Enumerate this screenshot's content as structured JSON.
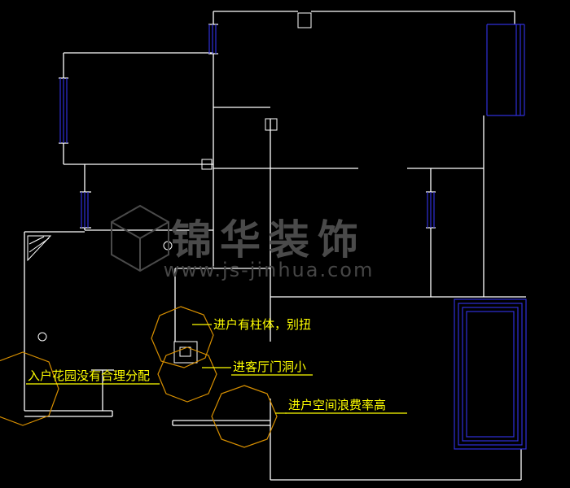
{
  "drawing": {
    "background_color": "#000000",
    "wall_color": "#ffffff",
    "window_color": "#2f2fd8",
    "annotation_text_color": "#ffff00",
    "revision_cloud_color": "#d78f00",
    "type": "cad-floorplan"
  },
  "watermark": {
    "brand": "锦华装饰",
    "url": "www.js-jinhua.com"
  },
  "annotations": [
    {
      "id": "column-note",
      "text": "进户有柱体，别扭"
    },
    {
      "id": "living-door-note",
      "text": "进客厅门洞小"
    },
    {
      "id": "garden-note",
      "text": "入户花园没有合理分配"
    },
    {
      "id": "entry-waste-note",
      "text": "进户空间浪费率高"
    }
  ]
}
